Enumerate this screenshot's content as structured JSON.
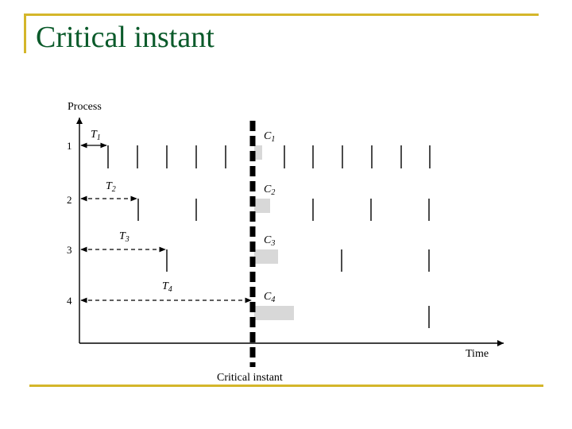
{
  "slide": {
    "title": "Critical instant",
    "accent_color": "#d4b62a",
    "title_color": "#0a5a2a"
  },
  "diagram": {
    "y_axis_label": "Process",
    "x_axis_label": "Time",
    "critical_label": "Critical instant",
    "processes": [
      {
        "id": "1",
        "period_label": "T",
        "period_sub": "1",
        "comp_label": "C",
        "comp_sub": "1"
      },
      {
        "id": "2",
        "period_label": "T",
        "period_sub": "2",
        "comp_label": "C",
        "comp_sub": "2"
      },
      {
        "id": "3",
        "period_label": "T",
        "period_sub": "3",
        "comp_label": "C",
        "comp_sub": "3"
      },
      {
        "id": "4",
        "period_label": "T",
        "period_sub": "4",
        "comp_label": "C",
        "comp_sub": "4"
      }
    ],
    "comp_bar_color": "#d8d8d8"
  }
}
